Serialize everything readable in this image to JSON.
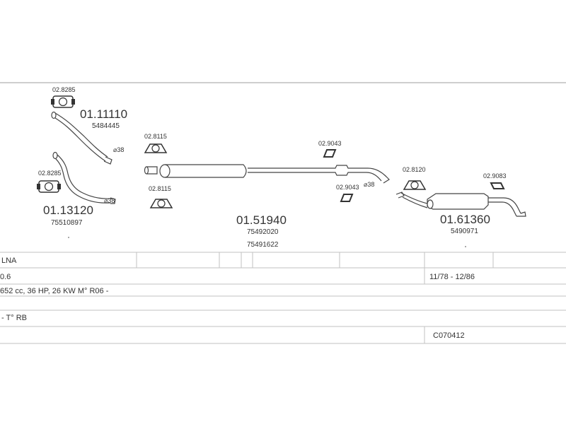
{
  "diagram": {
    "parts": {
      "front_pipe_a": {
        "number": "01.11110",
        "oem": "5484445",
        "pipe_size": "⌀38"
      },
      "front_pipe_b": {
        "number": "01.13120",
        "oem": "75510897",
        "pipe_size": "⌀38"
      },
      "middle_silencer": {
        "number": "01.51940",
        "oem_1": "75492020",
        "oem_2": "75491622",
        "pipe_size": "⌀38"
      },
      "rear_silencer": {
        "number": "01.61360",
        "oem": "5490971"
      }
    },
    "fittings": {
      "clamp_a": "02.8285",
      "clamp_b": "02.8285",
      "hanger_mid_top": "02.8115",
      "hanger_mid_bottom": "02.8115",
      "ring_top": "02.9043",
      "ring_bottom": "02.9043",
      "hanger_rear": "02.8120",
      "ring_rear": "02.9083"
    }
  },
  "info_table": {
    "row1": "LNA",
    "row2_left": "0.6",
    "row2_right": "11/78 - 12/86",
    "row3": "652 cc, 36 HP, 26 KW M° R06 -",
    "row4": "- T° RB",
    "row5_code": "C070412"
  }
}
